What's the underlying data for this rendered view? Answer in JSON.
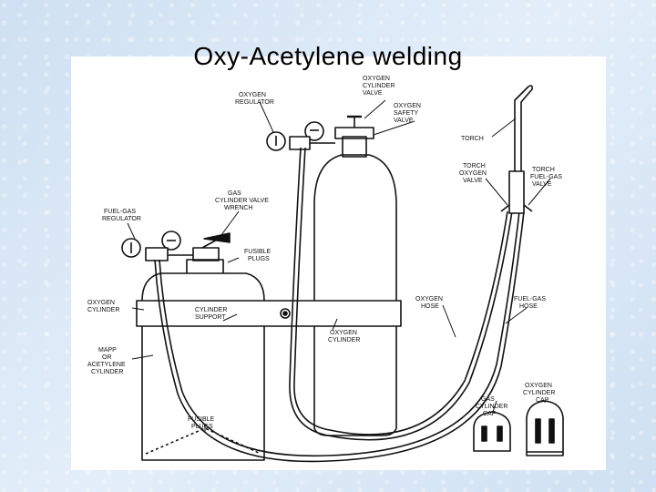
{
  "title": "Oxy-Acetylene welding",
  "labels": {
    "oxygen_cylinder_valve": [
      "OXYGEN",
      "CYLINDER",
      "VALVE"
    ],
    "oxygen_regulator": [
      "OXYGEN",
      "REGULATOR"
    ],
    "oxygen_safety_valve": [
      "OXYGEN",
      "SAFETY",
      "VALVE"
    ],
    "torch": [
      "TORCH"
    ],
    "torch_oxygen_valve": [
      "TORCH",
      "OXYGEN",
      "VALVE"
    ],
    "torch_fuel_gas_valve": [
      "TORCH",
      "FUEL-GAS",
      "VALVE"
    ],
    "gas_cylinder_valve_wrench": [
      "GAS",
      "CYLINDER VALVE",
      "WRENCH"
    ],
    "fuel_gas_regulator": [
      "FUEL-GAS",
      "REGULATOR"
    ],
    "fusible_plugs_top": [
      "FUSIBLE",
      "PLUGS"
    ],
    "oxygen_cylinder_left": [
      "OXYGEN",
      "CYLINDER"
    ],
    "cylinder_support": [
      "CYLINDER",
      "SUPPORT"
    ],
    "oxygen_hose": [
      "OXYGEN",
      "HOSE"
    ],
    "fuel_gas_hose": [
      "FUEL-GAS",
      "HOSE"
    ],
    "oxygen_cylinder_center": [
      "OXYGEN",
      "CYLINDER"
    ],
    "mapp_cylinder": [
      "MAPP",
      "OR",
      "ACETYLENE",
      "CYLINDER"
    ],
    "gas_cylinder_cap": [
      "GAS",
      "CYLINDER",
      "CAP"
    ],
    "oxygen_cylinder_cap": [
      "OXYGEN",
      "CYLINDER",
      "CAP"
    ],
    "fusible_plugs_bottom": [
      "FUSIBLE",
      "PLUGS"
    ]
  }
}
